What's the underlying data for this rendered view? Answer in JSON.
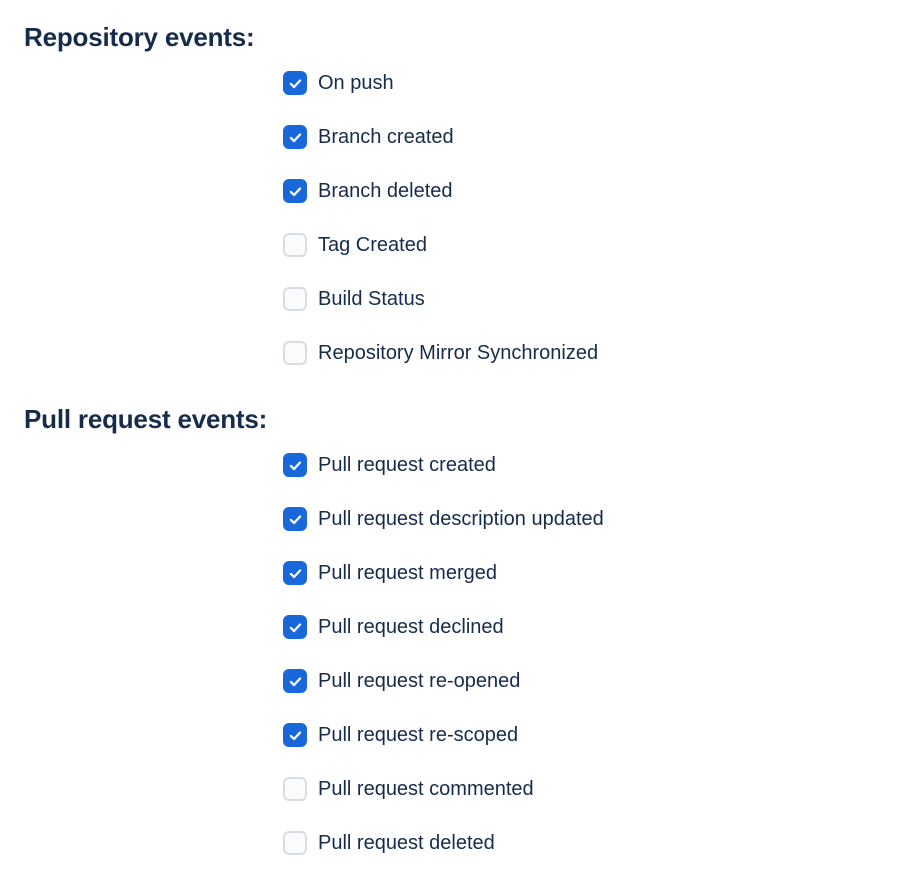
{
  "page": {
    "background": "#FFFFFF"
  },
  "colors": {
    "accent_blue": "#1868DB",
    "text_navy": "#172B4D",
    "checkbox_border_unchecked": "#D8DDE3",
    "checkbox_bg_unchecked": "#FAFBFC",
    "checkmark": "#FFFFFF"
  },
  "sections": [
    {
      "heading": "Repository events:",
      "items": [
        {
          "label": "On push",
          "checked": true
        },
        {
          "label": "Branch created",
          "checked": true
        },
        {
          "label": "Branch deleted",
          "checked": true
        },
        {
          "label": "Tag Created",
          "checked": false
        },
        {
          "label": "Build Status",
          "checked": false
        },
        {
          "label": "Repository Mirror Synchronized",
          "checked": false
        }
      ]
    },
    {
      "heading": "Pull request events:",
      "items": [
        {
          "label": "Pull request created",
          "checked": true
        },
        {
          "label": "Pull request description updated",
          "checked": true
        },
        {
          "label": "Pull request merged",
          "checked": true
        },
        {
          "label": "Pull request declined",
          "checked": true
        },
        {
          "label": "Pull request re-opened",
          "checked": true
        },
        {
          "label": "Pull request re-scoped",
          "checked": true
        },
        {
          "label": "Pull request commented",
          "checked": false
        },
        {
          "label": "Pull request deleted",
          "checked": false
        }
      ]
    }
  ]
}
